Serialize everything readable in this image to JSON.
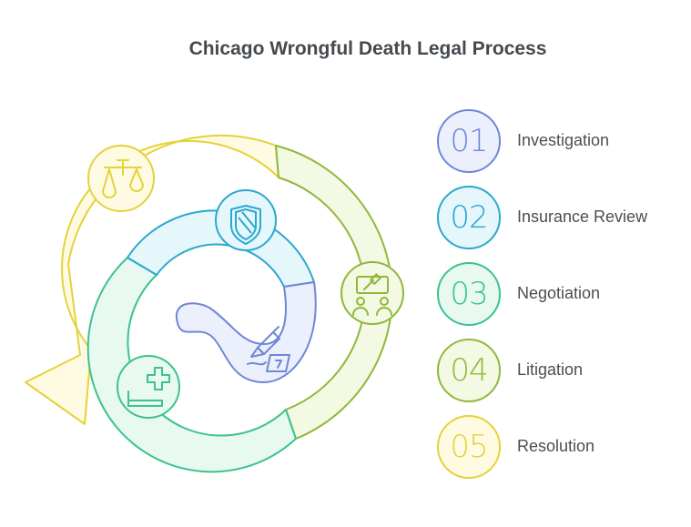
{
  "title": "Chicago Wrongful Death Legal Process",
  "steps": [
    {
      "number": "01",
      "label": "Investigation",
      "color": "#6f87d6",
      "fill": "#ecf0fd",
      "icon": "magnifier-scribble-icon"
    },
    {
      "number": "02",
      "label": "Insurance Review",
      "color": "#2aa8cf",
      "fill": "#e6f7fc",
      "icon": "shield-icon"
    },
    {
      "number": "03",
      "label": "Negotiation",
      "color": "#3cc38a",
      "fill": "#e8f9f1",
      "icon": "medical-cross-icon"
    },
    {
      "number": "04",
      "label": "Litigation",
      "color": "#8fb83a",
      "fill": "#f3f9e3",
      "icon": "gavel-people-icon"
    },
    {
      "number": "05",
      "label": "Resolution",
      "color": "#e4d23a",
      "fill": "#fffbe2",
      "icon": "scales-of-justice-icon"
    }
  ]
}
